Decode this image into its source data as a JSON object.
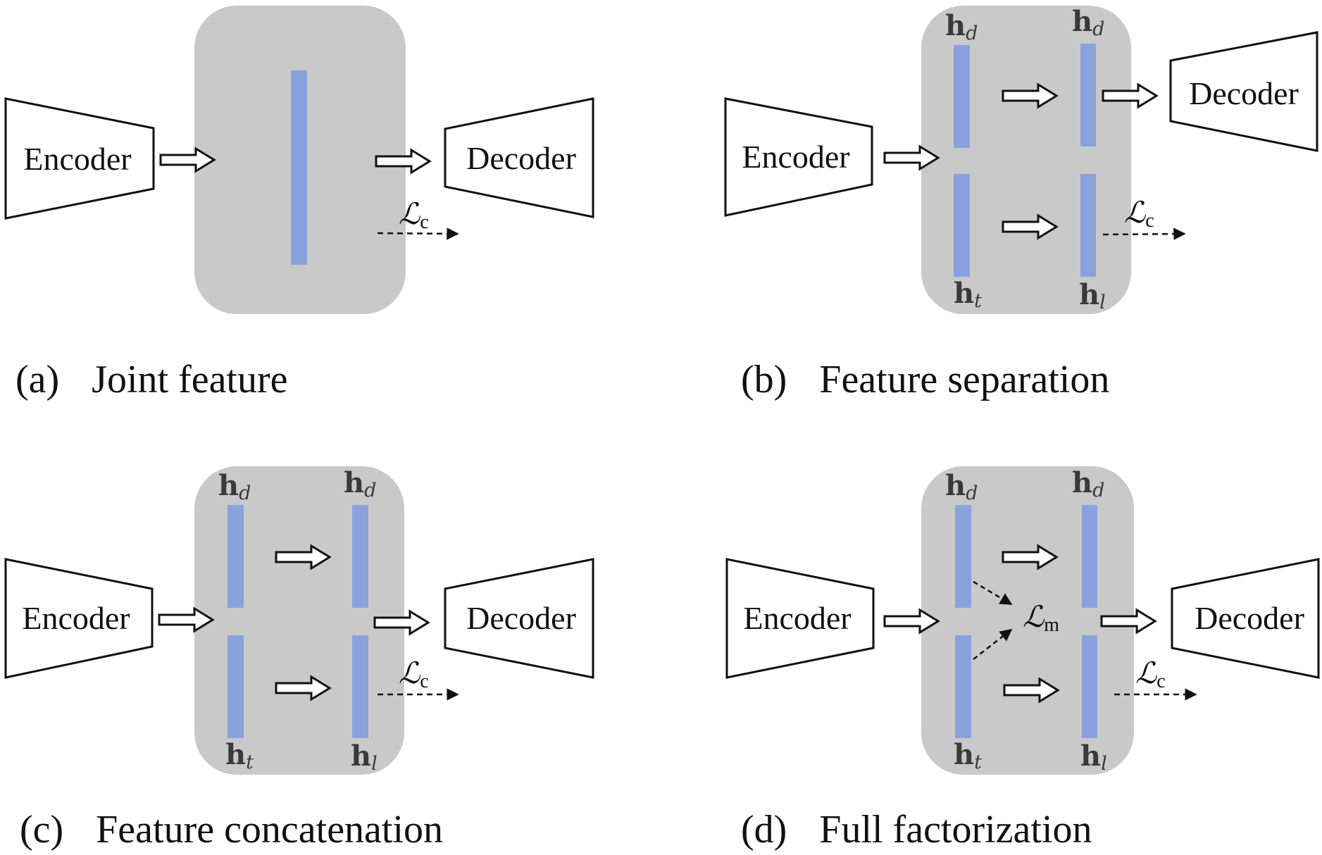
{
  "labels": {
    "encoder": "Encoder",
    "decoder": "Decoder",
    "h": "h",
    "sub_d": "d",
    "sub_t": "t",
    "sub_l": "l",
    "loss_L": "ℒ",
    "sub_c": "c",
    "sub_m": "m"
  },
  "captions": {
    "a": {
      "tag": "(a)",
      "title": "Joint feature"
    },
    "b": {
      "tag": "(b)",
      "title": "Feature separation"
    },
    "c": {
      "tag": "(c)",
      "title": "Feature concatenation"
    },
    "d": {
      "tag": "(d)",
      "title": "Full factorization"
    }
  },
  "colors": {
    "panel": "#c9c9c9",
    "feature": "#8aa2dc",
    "stroke": "#111111",
    "label": "#3a3a3a"
  }
}
